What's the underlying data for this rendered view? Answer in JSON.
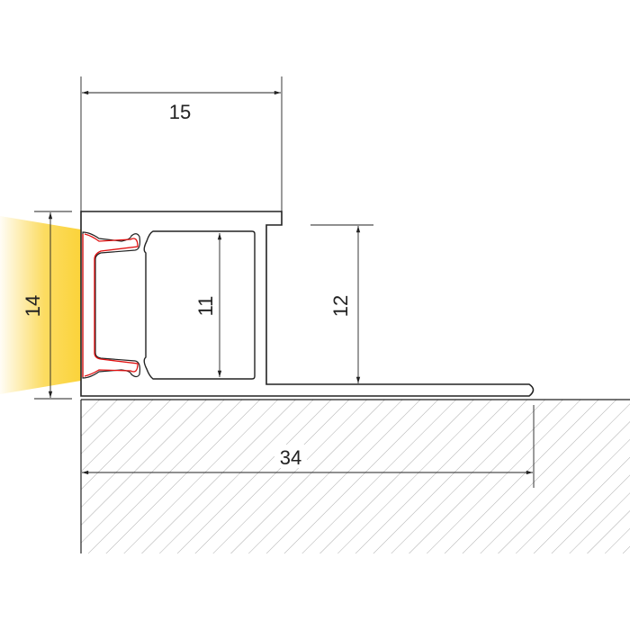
{
  "diagram": {
    "type": "profile-cross-section",
    "dimensions": {
      "width_top": "15",
      "height_total": "14",
      "inner_cavity": "11",
      "step_height": "12",
      "base_width": "34"
    },
    "colors": {
      "outline": "#222222",
      "led_strip": "#e01010",
      "light_glow": "#fbd33a",
      "hatch": "#999999"
    }
  }
}
